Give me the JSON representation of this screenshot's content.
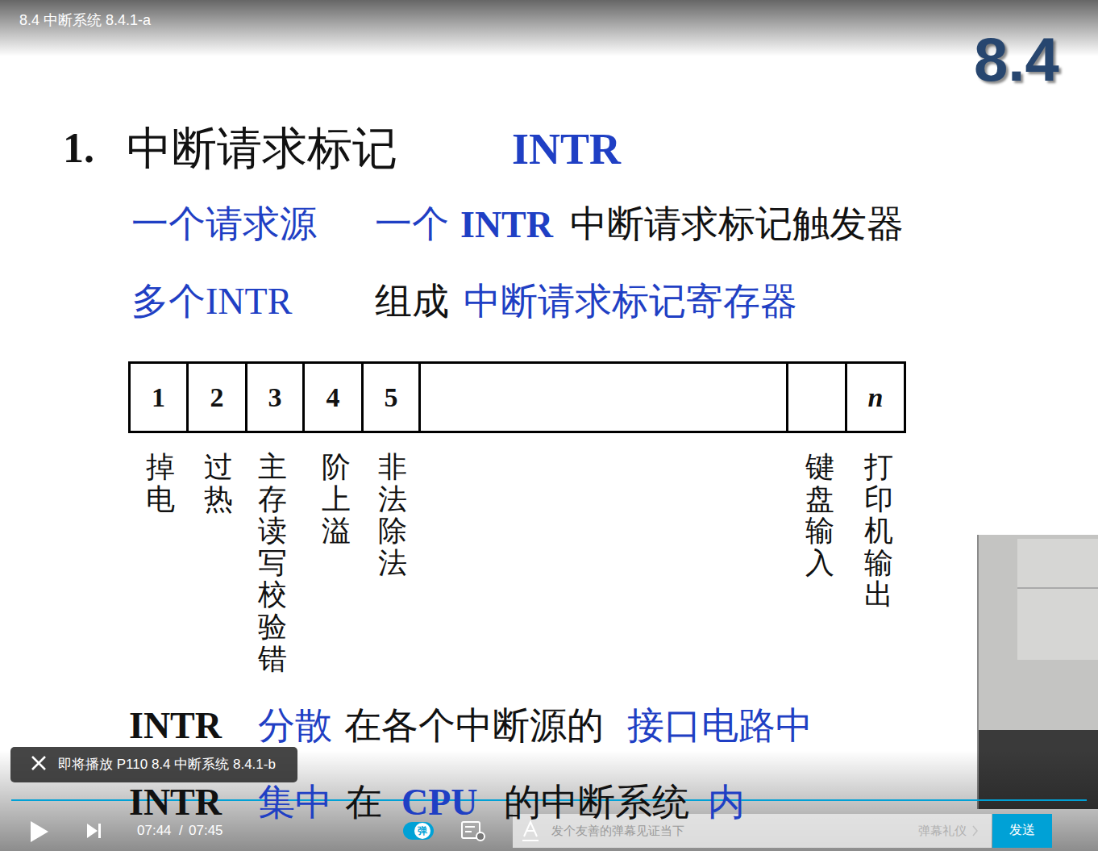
{
  "diagram": {
    "nodes": [
      {
        "text": [
          "1"
        ]
      },
      {
        "text": [
          "2"
        ]
      },
      {
        "text": [
          "3"
        ]
      },
      {
        "text": [
          "4"
        ]
      },
      {
        "text": [
          "5"
        ]
      },
      {
        "text": [
          "n"
        ]
      }
    ],
    "labels": [
      "8.4 中断系统 8.4.1-a",
      "8.4",
      "1.",
      "中断请求标记",
      "INTR",
      "一个请求源",
      "一个",
      "INTR",
      "中断请求标记触发器",
      "多个INTR",
      "组成",
      "中断请求标记寄存器",
      "掉电",
      "过热",
      "主存读写校验错",
      "阶上溢",
      "非法除法",
      "键盘输入",
      "打印机输出",
      "INTR",
      "分散",
      "在各个中断源的",
      "接口电路中",
      "INTR",
      "集中",
      "在",
      "CPU",
      "的中断系统",
      "内",
      "即将播放 P110 8.4 中断系统 8.4.1-b",
      "07:44",
      "/",
      "07:45",
      "弹",
      "发个友善的弹幕见证当下",
      "弹幕礼仪",
      "发送"
    ]
  }
}
